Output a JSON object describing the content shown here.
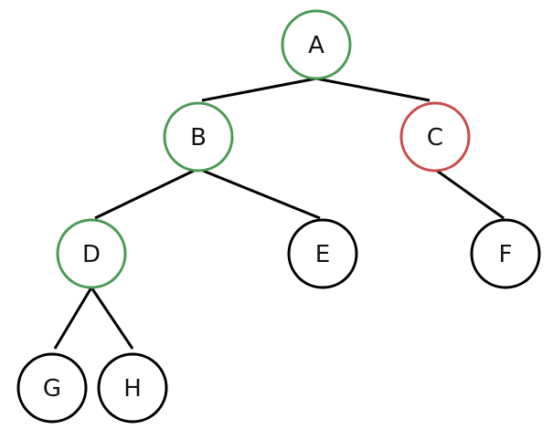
{
  "colors": {
    "green": "#4a9a55",
    "red": "#cd4a4a",
    "black": "#000000",
    "edge": "#000000"
  },
  "nodes": [
    {
      "id": "A",
      "label": "A",
      "border": "green"
    },
    {
      "id": "B",
      "label": "B",
      "border": "green"
    },
    {
      "id": "C",
      "label": "C",
      "border": "red"
    },
    {
      "id": "D",
      "label": "D",
      "border": "green"
    },
    {
      "id": "E",
      "label": "E",
      "border": "black"
    },
    {
      "id": "F",
      "label": "F",
      "border": "black"
    },
    {
      "id": "G",
      "label": "G",
      "border": "black"
    },
    {
      "id": "H",
      "label": "H",
      "border": "black"
    }
  ],
  "edges": [
    {
      "from": "A",
      "to": "B"
    },
    {
      "from": "A",
      "to": "C"
    },
    {
      "from": "B",
      "to": "D"
    },
    {
      "from": "B",
      "to": "E"
    },
    {
      "from": "C",
      "to": "F"
    },
    {
      "from": "D",
      "to": "G"
    },
    {
      "from": "D",
      "to": "H"
    }
  ]
}
